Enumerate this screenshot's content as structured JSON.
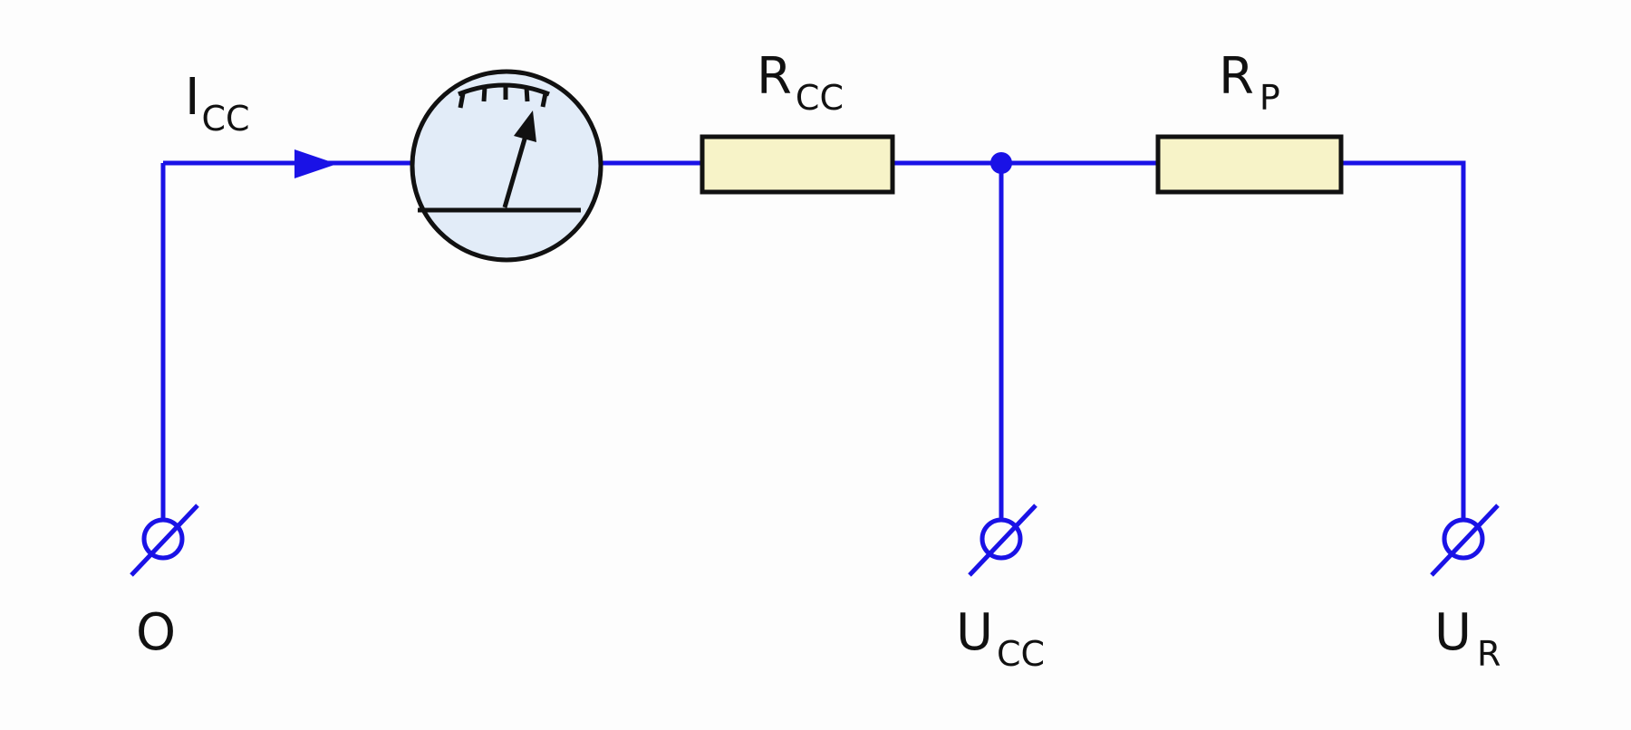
{
  "colors": {
    "background": "#fdfdfd",
    "wire": "#1a12e6",
    "outline": "#111111",
    "resistor_fill": "#f7f3c8",
    "meter_fill": "#e2ecf8"
  },
  "labels": {
    "current": {
      "main": "I",
      "sub": "CC"
    },
    "resistor_cc": {
      "main": "R",
      "sub": "CC"
    },
    "resistor_p": {
      "main": "R",
      "sub": "P"
    },
    "terminal_o": {
      "main": "O",
      "sub": ""
    },
    "terminal_ucc": {
      "main": "U",
      "sub": "CC"
    },
    "terminal_ur": {
      "main": "U",
      "sub": "R"
    }
  },
  "icons": {
    "meter": "ammeter-icon",
    "terminal": "terminal-icon",
    "arrow": "current-arrow-icon",
    "resistor": "resistor-icon",
    "junction": "junction-dot-icon"
  }
}
